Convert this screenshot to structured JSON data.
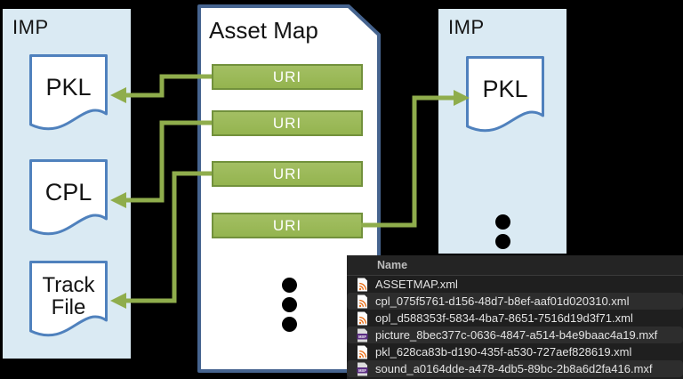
{
  "diagram": {
    "left_imp": {
      "title": "IMP",
      "documents": [
        {
          "label": "PKL"
        },
        {
          "label": "CPL"
        },
        {
          "label": "Track File"
        }
      ]
    },
    "asset_map": {
      "title": "Asset Map",
      "uris": [
        "URI",
        "URI",
        "URI",
        "URI"
      ],
      "ellipsis_icon": "vertical-ellipsis-icon"
    },
    "right_imp": {
      "title": "IMP",
      "documents": [
        {
          "label": "PKL"
        }
      ],
      "ellipsis_icon": "vertical-ellipsis-icon"
    }
  },
  "file_panel": {
    "header": {
      "name_column": "Name"
    },
    "rows": [
      {
        "icon": "xml-file-icon",
        "name": "ASSETMAP.xml"
      },
      {
        "icon": "xml-file-icon",
        "name": "cpl_075f5761-d156-48d7-b8ef-aaf01d020310.xml"
      },
      {
        "icon": "xml-file-icon",
        "name": "opl_d588353f-5834-4ba7-8651-7516d19d3f71.xml"
      },
      {
        "icon": "mxf-file-icon",
        "name": "picture_8bec377c-0636-4847-a514-b4e9baac4a19.mxf"
      },
      {
        "icon": "xml-file-icon",
        "name": "pkl_628ca83b-d190-435f-a530-727aef828619.xml"
      },
      {
        "icon": "mxf-file-icon",
        "name": "sound_a0164dde-a478-4db5-89bc-2b8a6d2fa416.mxf"
      }
    ]
  },
  "colors": {
    "background": "#000000",
    "imp_fill": "#daeaf3",
    "document_border": "#4f81bd",
    "asset_map_border": "#46648f",
    "uri_fill": "#94b44f",
    "uri_border": "#72913c",
    "connector_green": "#8fad4c",
    "panel_background": "#1f1f1f",
    "panel_stripe": "#2d2d2d",
    "xml_icon_orange": "#e8701a",
    "mxf_icon_purple": "#5b2d83"
  }
}
